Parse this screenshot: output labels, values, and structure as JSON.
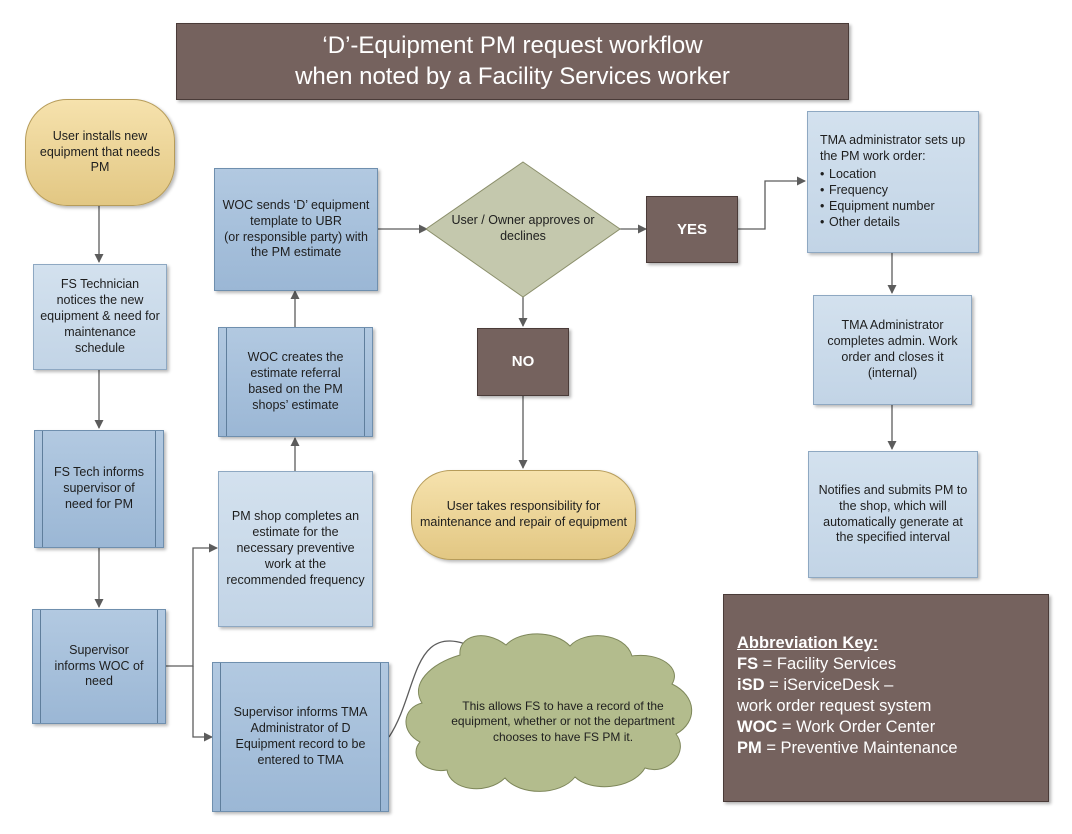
{
  "title": {
    "line1": "‘D’-Equipment PM request workflow",
    "line2": "when noted by a Facility Services worker"
  },
  "nodes": {
    "user_installs": "User installs new equipment that needs PM",
    "fs_technician": "FS Technician notices the new equipment & need for maintenance schedule",
    "fs_tech_informs": "FS Tech informs supervisor of need for PM",
    "supervisor_informs_woc": "Supervisor informs WOC of need",
    "pm_shop_completes": "PM shop completes an estimate for the necessary preventive work at the recommended frequency",
    "woc_creates": "WOC creates the estimate referral based on the PM shops’ estimate",
    "woc_sends": {
      "line1": "WOC sends ‘D’ equipment template to UBR",
      "line2": "(or responsible party) with the PM estimate"
    },
    "decision": "User / Owner approves or declines",
    "yes": "YES",
    "no": "NO",
    "user_takes": "User takes responsibility for maintenance and repair of equipment",
    "tma_sets_up": {
      "intro": "TMA administrator sets up the PM work order:",
      "items": [
        "Location",
        "Frequency",
        "Equipment number",
        "Other details"
      ]
    },
    "tma_completes": "TMA Administrator completes admin. Work order and closes it (internal)",
    "notifies": "Notifies and submits PM to the shop, which will automatically generate at the specified interval",
    "supervisor_informs_tma": "Supervisor informs TMA Administrator of D Equipment record to be entered to TMA",
    "cloud_note": "This allows FS to have a record of the equipment, whether or not the department chooses to have FS PM it."
  },
  "abbreviation_key": {
    "heading": "Abbreviation Key:",
    "entries": [
      {
        "abbr": "FS",
        "meaning": " = Facility Services"
      },
      {
        "abbr": "iSD",
        "meaning": " = iServiceDesk –"
      },
      {
        "abbr": "",
        "meaning": "work order request system"
      },
      {
        "abbr": "WOC",
        "meaning": " = Work Order Center"
      },
      {
        "abbr": "PM",
        "meaning": " = Preventive Maintenance"
      }
    ]
  },
  "colors": {
    "box_fill": "#c8d9ea",
    "box_dark_fill": "#a9c2dc",
    "terminal_fill": "#ecd79f",
    "decision_fill": "#c4c8ad",
    "cloud_fill": "#b3bc8d",
    "dark_fill": "#75625e",
    "connector": "#5c5c5c"
  }
}
